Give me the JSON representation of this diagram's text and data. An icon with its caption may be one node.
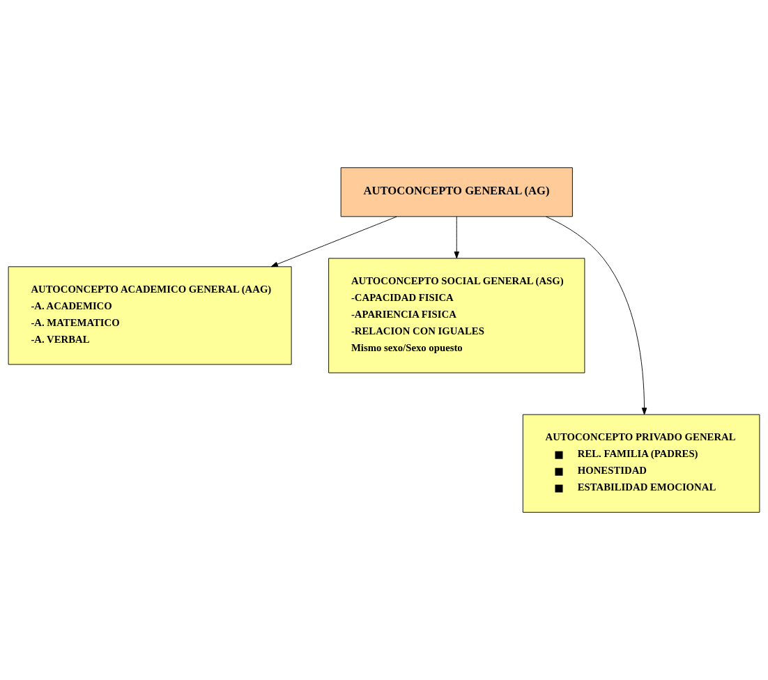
{
  "diagram": {
    "nodes": [
      {
        "text": [
          "AUTOCONCEPTO GENERAL (AG)"
        ]
      },
      {
        "text": [
          "AUTOCONCEPTO ACADEMICO GENERAL (AAG)",
          "-A. ACADEMICO",
          "-A. MATEMATICO",
          "-A. VERBAL"
        ]
      },
      {
        "text": [
          "AUTOCONCEPTO SOCIAL GENERAL (ASG)",
          "-CAPACIDAD FISICA",
          "-APARIENCIA FISICA",
          "-RELACION CON IGUALES",
          "Mismo sexo/Sexo opuesto"
        ]
      },
      {
        "text": [
          "AUTOCONCEPTO PRIVADO GENERAL",
          "REL. FAMILIA (PADRES)",
          "HONESTIDAD",
          "ESTABILIDAD EMOCIONAL"
        ]
      }
    ],
    "edges": [
      {
        "from": 0,
        "to": 1,
        "arrow": "to"
      },
      {
        "from": 0,
        "to": 3,
        "arrow": "to"
      },
      {
        "from": 0,
        "to": 2,
        "arrow": "to"
      }
    ]
  }
}
